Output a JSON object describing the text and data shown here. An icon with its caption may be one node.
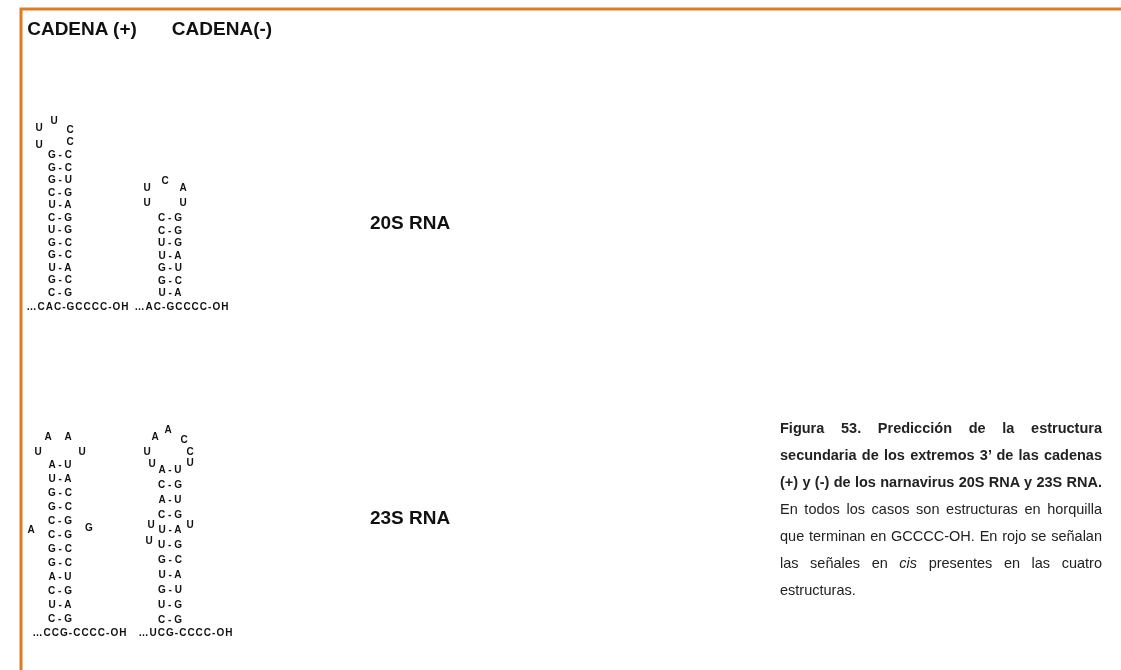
{
  "diagram": {
    "caption": "**Figura 53. Predicción de la estructura secundaria de los extremos 3’ de las cadenas (+) y (-) de los narnavirus 20S RNA y 23S RNA.** En todos los casos son estructuras en horquilla que terminan en GCCCC-OH. En rojo se señalan las señales en *cis* presentes en las cuatro estructuras.",
    "labels": [
      "CADENA (+)",
      "CADENA(-)",
      "U",
      "U",
      "C",
      "U",
      "C",
      "G - C",
      "G - C",
      "G - U",
      "C - G",
      "U - A",
      "C - G",
      "U - G",
      "G - C",
      "G - C",
      "U - A",
      "G - C",
      "C - G",
      "…CAC-GCCCC-OH",
      "U",
      "C",
      "A",
      "U",
      "U",
      "C - G",
      "C - G",
      "U - G",
      "U - A",
      "G - U",
      "G - C",
      "U - A",
      "…AC-GCCCC-OH",
      "20S RNA",
      "A",
      "A",
      "U",
      "U",
      "A - U",
      "U - A",
      "G - C",
      "G - C",
      "C - G",
      "A",
      "C - G",
      "G",
      "G - C",
      "G - C",
      "A - U",
      "C - G",
      "U - A",
      "C - G",
      "…CCG-CCCC-OH",
      "A",
      "A",
      "C",
      "U",
      "C",
      "U",
      "A - U",
      "U",
      "C - G",
      "A - U",
      "C - G",
      "U",
      "U - A",
      "U",
      "U",
      "U - G",
      "G - C",
      "U - A",
      "G - U",
      "U - G",
      "C - G",
      "…UCG-CCCC-OH",
      "23S RNA"
    ]
  }
}
